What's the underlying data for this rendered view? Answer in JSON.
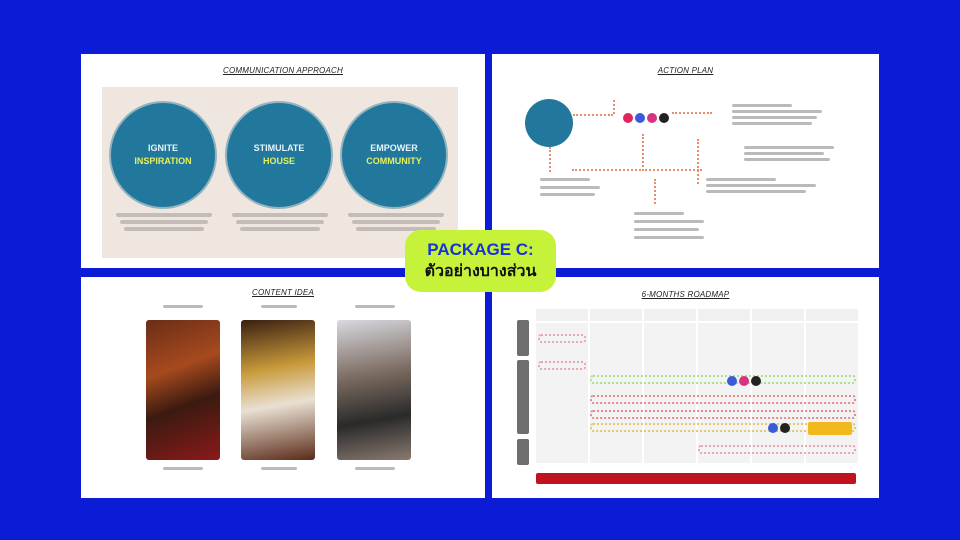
{
  "panels": {
    "communication": {
      "title": "COMMUNICATION APPROACH",
      "circles": [
        {
          "line1": "IGNITE",
          "line2": "INSPIRATION"
        },
        {
          "line1": "STIMULATE",
          "line2": "HOUSE"
        },
        {
          "line1": "EMPOWER",
          "line2": "COMMUNITY"
        }
      ]
    },
    "action": {
      "title": "ACTION PLAN"
    },
    "content": {
      "title": "CONTENT IDEA"
    },
    "roadmap": {
      "title": "6-MONTHS ROADMAP"
    }
  },
  "badge": {
    "line1": "PACKAGE C:",
    "line2": "ตัวอย่างบางส่วน"
  },
  "colors": {
    "background": "#0b1bd6",
    "circle": "#22789c",
    "badge": "#c7f23a",
    "accent_line": "#e98c6b",
    "roadmap_footer": "#c1121f"
  }
}
